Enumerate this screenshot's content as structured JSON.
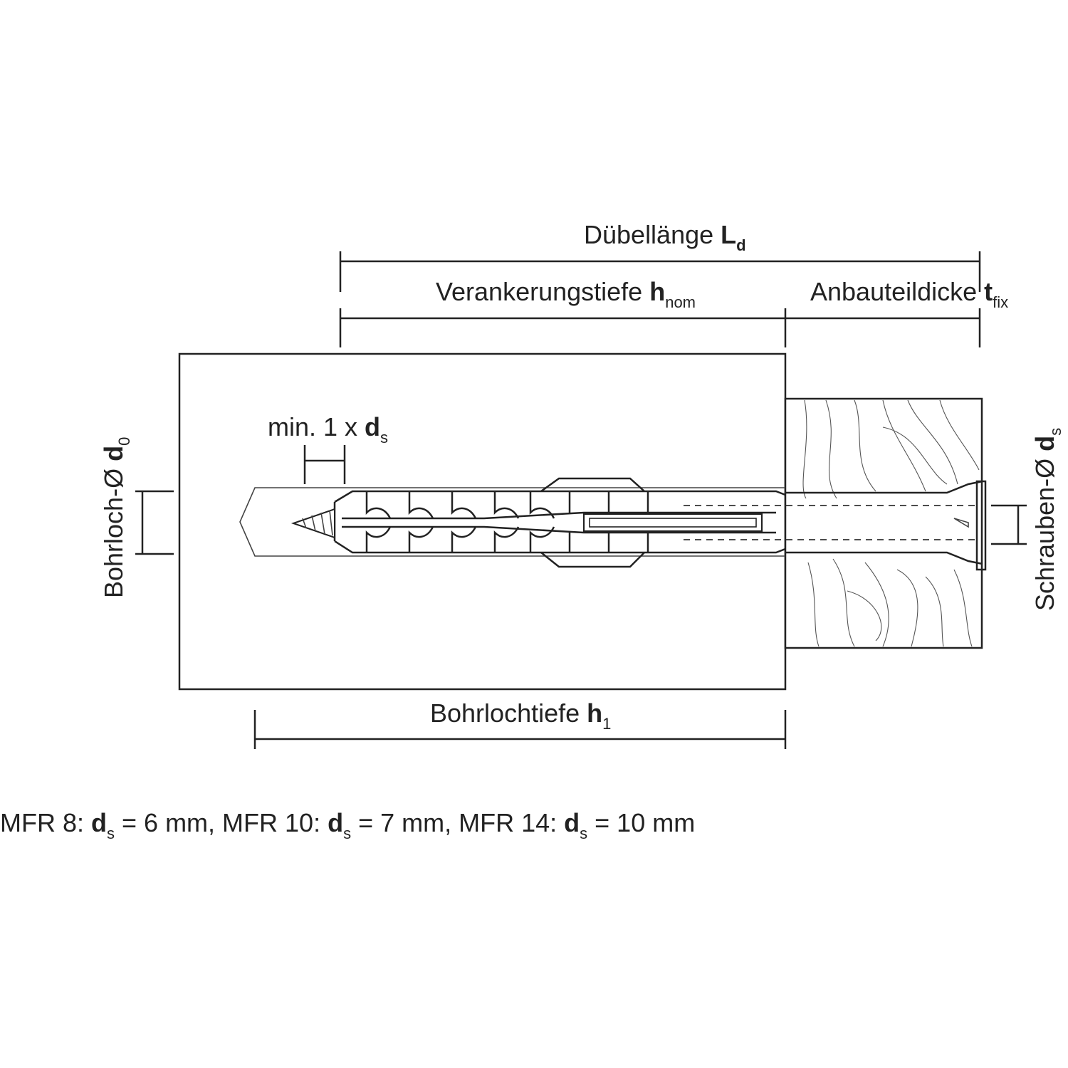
{
  "labels": {
    "duebellaenge": {
      "text": "Dübellänge ",
      "sym": "L",
      "sub": "d"
    },
    "verankerung": {
      "text": "Verankerungstiefe ",
      "sym": "h",
      "sub": "nom"
    },
    "anbauteil": {
      "text": "Anbauteildicke ",
      "sym": "t",
      "sub": "fix"
    },
    "min_dist": {
      "text": "min. 1 x ",
      "sym": "d",
      "sub": "s"
    },
    "bohrloch_d": {
      "text": "Bohrloch-Ø ",
      "sym": "d",
      "sub": "0"
    },
    "schrauben_d": {
      "text": "Schrauben-Ø ",
      "sym": "d",
      "sub": "s"
    },
    "bohrlochtiefe": {
      "text": "Bohrlochtiefe ",
      "sym": "h",
      "sub": "1"
    }
  },
  "footnote": {
    "part1": "MFR 8: ",
    "sym1": "d",
    "sub1": "s",
    "val1": " = 6 mm, ",
    "part2": "MFR 10: ",
    "sym2": "d",
    "sub2": "s",
    "val2": " = 7 mm, ",
    "part3": "MFR 14: ",
    "sym3": "d",
    "sub3": "s",
    "val3": " = 10 mm"
  }
}
